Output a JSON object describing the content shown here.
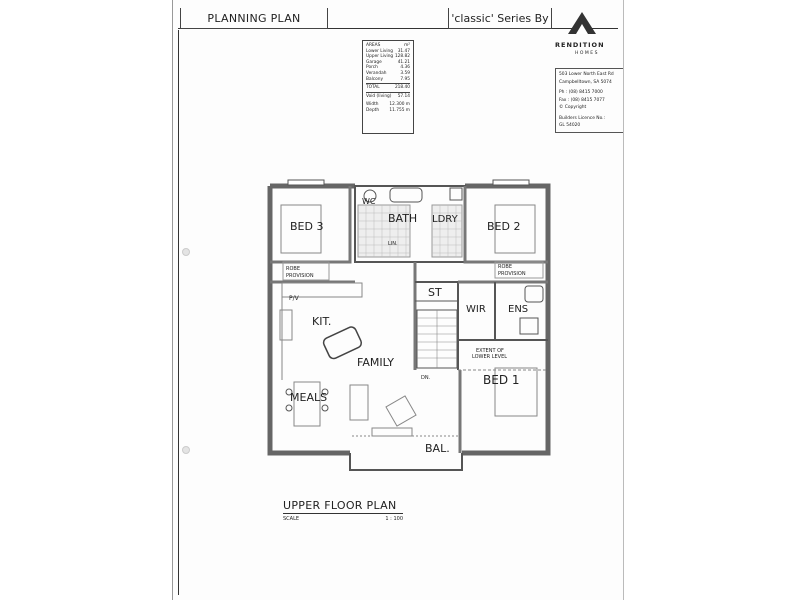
{
  "header": {
    "title": "PLANNING PLAN",
    "series": "'classic' Series By",
    "brand": "RENDITION",
    "brand_sub": "HOMES"
  },
  "contact": {
    "address1": "503 Lower North East Rd",
    "address2": "Campbelltown, SA 5074",
    "phone": "Ph : (08) 8415 7000",
    "fax": "Fax : (08) 8415 7077",
    "copyright": "© Copyright",
    "licence1": "Builders Licence No.:",
    "licence2": "GL 54020"
  },
  "areas": {
    "heading": "AREAS",
    "unit": "m²",
    "rows": [
      {
        "label": "Lower Living",
        "value": "31.47"
      },
      {
        "label": "Upper Living",
        "value": "128.82"
      },
      {
        "label": "Garage",
        "value": "41.21"
      },
      {
        "label": "Porch",
        "value": "4.36"
      },
      {
        "label": "Verandah",
        "value": "3.59"
      },
      {
        "label": "Balcony",
        "value": "7.95"
      }
    ],
    "total_label": "TOTAL",
    "total_value": "218.40",
    "void_label": "Void (living)",
    "void_value": "57.14",
    "width_label": "Width",
    "width_value": "12.300 m",
    "depth_label": "Depth",
    "depth_value": "11.755 m"
  },
  "plan": {
    "rooms": {
      "bed3": "BED 3",
      "bath": "BATH",
      "wc": "WC",
      "ldry": "LDRY",
      "bed2": "BED 2",
      "lin": "LIN.",
      "robe_left": "ROBE",
      "robe_left2": "PROVISION",
      "robe_right": "ROBE",
      "robe_right2": "PROVISION",
      "pv": "P/V",
      "st": "ST",
      "wir": "WIR",
      "ens": "ENS",
      "kit": "KIT.",
      "family": "FAMILY",
      "extent1": "EXTENT OF",
      "extent2": "LOWER LEVEL",
      "dn": "DN.",
      "bed1": "BED 1",
      "meals": "MEALS",
      "bal": "BAL."
    }
  },
  "footer": {
    "title": "UPPER FLOOR PLAN",
    "scale_label": "SCALE",
    "scale_value": "1 : 100"
  }
}
